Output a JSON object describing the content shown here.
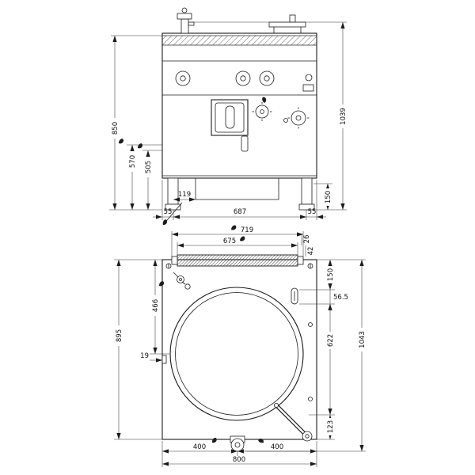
{
  "drawing": {
    "front": {
      "d850": "850",
      "d570": "570",
      "d505": "505",
      "d1039": "1039",
      "d150": "150",
      "d55_left": "55",
      "d119": "119",
      "d687": "687",
      "d55_right": "55"
    },
    "plan": {
      "d719": "719",
      "d675": "675",
      "d26": "26",
      "d42": "42",
      "d150": "150",
      "d56_5": "56.5",
      "d466": "466",
      "d895": "895",
      "d622": "622",
      "d1043": "1043",
      "d19": "19",
      "d123": "123",
      "d400_left": "400",
      "d400_right": "400",
      "d800": "800"
    }
  }
}
